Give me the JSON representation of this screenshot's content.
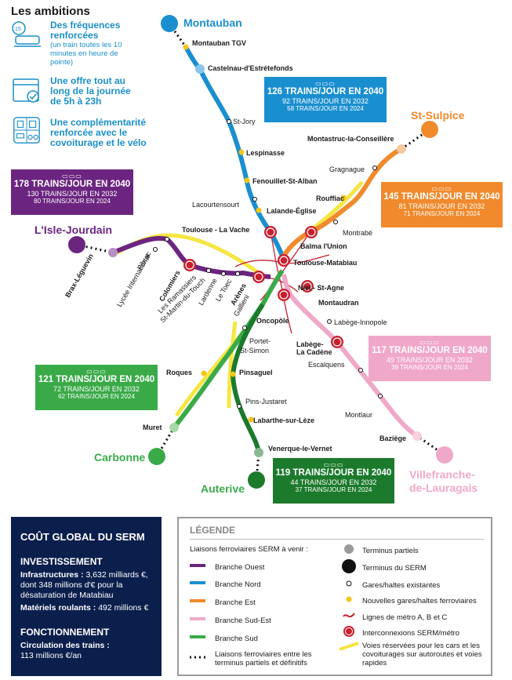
{
  "ambitions": {
    "title": "Les ambitions",
    "item1": "Des fréquences renforcées",
    "item1_note": "(un train toutes les 10 minutes en heure de pointe)",
    "item2": "Une offre tout au long de la journée de 5h à 23h",
    "item3": "Une complémentarité renforcée avec le covoiturage et le vélo",
    "icon1_label": "15"
  },
  "terminus": {
    "montauban": "Montauban",
    "st_sulpice": "St-Sulpice",
    "lisle": "L'Isle-Jourdain",
    "carbonne": "Carbonne",
    "auterive": "Auterive",
    "villefranche1": "Villefranche-",
    "villefranche2": "de-Lauragais"
  },
  "stations": {
    "montauban_tgv": "Montauban TGV",
    "castelnau": "Castelnau-d'Estrétefonds",
    "st_jory": "St-Jory",
    "lespinasse": "Lespinasse",
    "fenouillet": "Fenouillet-St-Alban",
    "lacourtensourt": "Lacourtensourt",
    "lalande": "Lalande-Église",
    "vache": "Toulouse - La Vache",
    "montastruc": "Montastruc-la-Conseillère",
    "gragnague": "Gragnague",
    "rouffiac": "Rouffiac",
    "montrabe": "Montrabé",
    "balma": "Balma l'Union",
    "matabiau": "Toulouse-Matabiau",
    "niel": "Niel - St-Agne",
    "montaudran": "Montaudran",
    "labege_innopole": "Labège-Innopole",
    "labege_cadene1": "Labège-",
    "labege_cadene2": "La Cadène",
    "escalquens": "Escalquens",
    "montlaur": "Montlaur",
    "baziege": "Baziège",
    "brax": "Brax-Léguevin",
    "pibrac": "Pibrac",
    "lycee": "Lycée International",
    "colomiers": "Colomiers",
    "ramassiers": "Les Ramassiers",
    "stmartin": "St-Martin-du-Touch",
    "lardenne": "Lardenne",
    "letoec": "Le Toec",
    "arenes": "Arènes",
    "gallieni": "Gallieni",
    "oncopole": "Oncopôle",
    "portet1": "Portet-",
    "portet2": "St-Simon",
    "roques": "Roques",
    "pinsaguel": "Pinsaguel",
    "pins_justaret": "Pins-Justaret",
    "labarthe": "Labarthe-sur-Lèze",
    "muret": "Muret",
    "venerque": "Venerque-le-Vernet"
  },
  "boxes": {
    "nord": {
      "l1": "126 TRAINS/JOUR EN 2040",
      "l2": "92 TRAINS/JOUR EN 2032",
      "l3": "58 TRAINS/JOUR EN 2024",
      "color": "#1a8fd0"
    },
    "ouest": {
      "l1": "178 TRAINS/JOUR EN 2040",
      "l2": "130 TRAINS/JOUR EN 2032",
      "l3": "80 TRAINS/JOUR EN 2024",
      "color": "#6b2580"
    },
    "est": {
      "l1": "145 TRAINS/JOUR EN 2040",
      "l2": "81 TRAINS/JOUR EN 2032",
      "l3": "71 TRAINS/JOUR EN 2024",
      "color": "#f08a2c"
    },
    "sudest": {
      "l1": "117 TRAINS/JOUR EN 2040",
      "l2": "49 TRAINS/JOUR EN 2032",
      "l3": "39 TRAINS/JOUR EN 2024",
      "color": "#f0a8c8"
    },
    "carbonne": {
      "l1": "121 TRAINS/JOUR EN 2040",
      "l2": "72 TRAINS/JOUR EN 2032",
      "l3": "62 TRAINS/JOUR EN 2024",
      "color": "#3aaa48"
    },
    "sud": {
      "l1": "119 TRAINS/JOUR EN 2040",
      "l2": "44 TRAINS/JOUR EN 2032",
      "l3": "37 TRAINS/JOUR EN 2024",
      "color": "#1c7a2c"
    }
  },
  "cost": {
    "title": "COÛT GLOBAL DU SERM",
    "inv_title": "INVESTISSEMENT",
    "infra_label": "Infrastructures :",
    "infra_text": "3,632 milliards €, dont 348 millions d'€ pour la désaturation de Matabiau",
    "mat_label": "Matériels roulants :",
    "mat_text": "492 millions €",
    "fonc_title": "FONCTIONNEMENT",
    "circ_label": "Circulation des trains :",
    "circ_text": "113 millions €/an"
  },
  "legend": {
    "title": "LÉGENDE",
    "subtitle": "Liaisons ferroviaires SERM à venir :",
    "ouest": "Branche Ouest",
    "nord": "Branche Nord",
    "est": "Branche Est",
    "sudest": "Branche Sud-Est",
    "sud": "Branche Sud",
    "dotted": "Liaisons ferroviaires entre les terminus partiels et définitifs",
    "term_partiels": "Terminus partiels",
    "term_serm": "Terminus du SERM",
    "gares": "Gares/haltes existantes",
    "nouvelles": "Nouvelles gares/haltes ferroviaires",
    "metro": "Lignes de métro A, B et C",
    "interco": "Interconnexions SERM/métro",
    "voies": "Voies réservées pour les cars et les covoiturages sur autoroutes et voies rapides",
    "metro_icon": "M"
  },
  "colors": {
    "nord": "#1a8fd0",
    "ouest": "#6b2580",
    "est": "#f08a2c",
    "sudest": "#f0a8c8",
    "sud": "#1c7a2c",
    "carbonne": "#3aaa48",
    "metro": "#c8202f",
    "voies": "#f5e642"
  }
}
